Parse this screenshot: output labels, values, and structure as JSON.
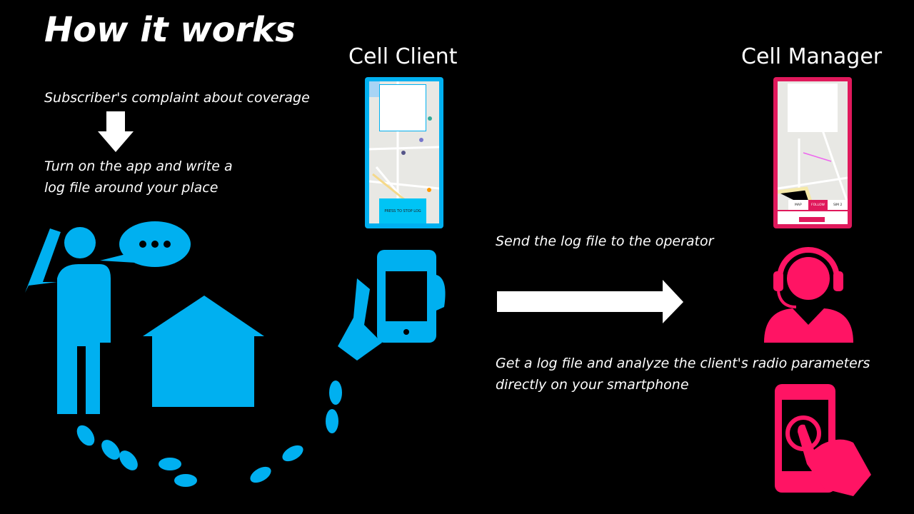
{
  "title": "How it works",
  "client": {
    "heading": "Cell Client",
    "stop_button": "PRESS TO STOP LOG"
  },
  "manager": {
    "heading": "Cell Manager",
    "tabs": [
      "MAP",
      "FOLLOW",
      "SIM 2"
    ]
  },
  "steps": {
    "complaint": "Subscriber's complaint about coverage",
    "turn_on_line1": "Turn on the app and write a",
    "turn_on_line2": "log file around your place",
    "send": "Send the log file to the operator",
    "analyze_line1": "Get a log file and analyze the client's radio parameters",
    "analyze_line2": "directly on your smartphone"
  },
  "colors": {
    "blue": "#00B0F0",
    "pink": "#FF1464"
  }
}
